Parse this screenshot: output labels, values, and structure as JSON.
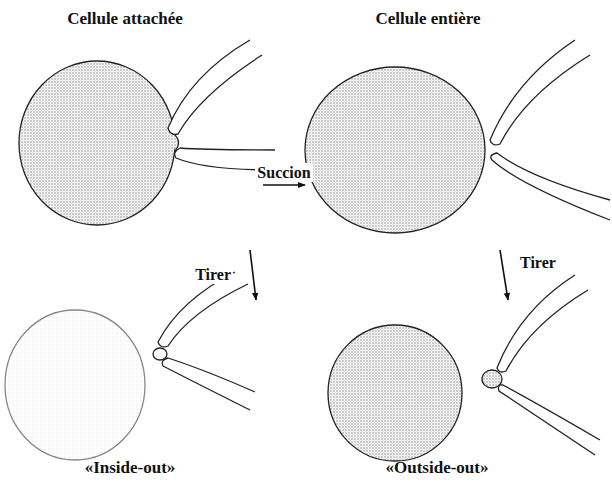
{
  "diagram": {
    "nodes": [
      {
        "text": [
          "Cellule attachée"
        ]
      },
      {
        "text": [
          "Cellule entière"
        ]
      },
      {
        "text": [
          "«Inside-out»"
        ]
      },
      {
        "text": [
          "«Outside-out»"
        ]
      }
    ],
    "edges": [
      {
        "from": 0,
        "to": 1,
        "arrow": "to",
        "label": "Succion"
      },
      {
        "from": 0,
        "to": 2,
        "arrow": "to",
        "label": "Tirer"
      },
      {
        "from": 1,
        "to": 3,
        "arrow": "to",
        "label": "Tirer"
      }
    ]
  }
}
